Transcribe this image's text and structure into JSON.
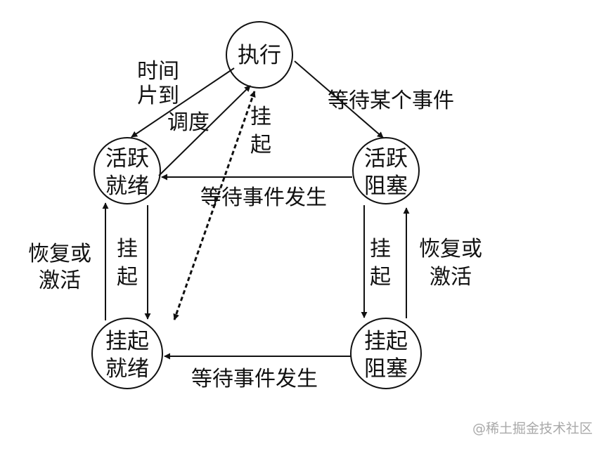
{
  "nodes": {
    "exec": [
      "执行"
    ],
    "active_ready": [
      "活跃",
      "就绪"
    ],
    "active_blocked": [
      "活跃",
      "阻塞"
    ],
    "suspended_ready": [
      "挂起",
      "就绪"
    ],
    "suspended_blocked": [
      "挂起",
      "阻塞"
    ]
  },
  "edges": {
    "timeslice": [
      "时间",
      "片到"
    ],
    "dispatch": "调度",
    "wait_event": "等待某个事件",
    "suspend_exec": [
      "挂",
      "起"
    ],
    "event_occurs_top": "等待事件发生",
    "resume_left": [
      "恢复或",
      "激活"
    ],
    "suspend_left": [
      "挂",
      "起"
    ],
    "suspend_right": [
      "挂",
      "起"
    ],
    "resume_right": [
      "恢复或",
      "激活"
    ],
    "event_occurs_bottom": "等待事件发生"
  },
  "watermark": "@稀土掘金技术社区",
  "colors": {
    "line": "#111111",
    "background": "#ffffff",
    "watermark": "#a9a9a9"
  }
}
